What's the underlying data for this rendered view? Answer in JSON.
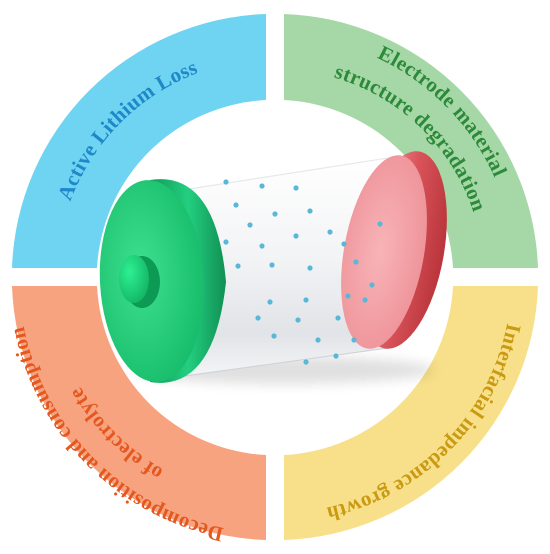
{
  "segments": [
    {
      "id": "active-lithium-loss",
      "lines": [
        "Active Lithium Loss"
      ],
      "fill": "#6fd3f2",
      "text_color": "#1e88c8"
    },
    {
      "id": "electrode-material-degradation",
      "lines": [
        "Electrode material",
        "structure degradation"
      ],
      "fill": "#a6d8a7",
      "text_color": "#2c8a3a"
    },
    {
      "id": "interfacial-impedance-growth",
      "lines": [
        "Interfacial impedance growth"
      ],
      "fill": "#f8e08a",
      "text_color": "#c99a12"
    },
    {
      "id": "electrolyte-decomposition",
      "lines": [
        "Decomposition and consumption",
        "of electrolyte"
      ],
      "fill": "#f7a37f",
      "text_color": "#e4571f"
    }
  ],
  "battery": {
    "anode_color": "#1fca7b",
    "cathode_color": "#e8878b",
    "ion_color": "#59b8d8"
  }
}
